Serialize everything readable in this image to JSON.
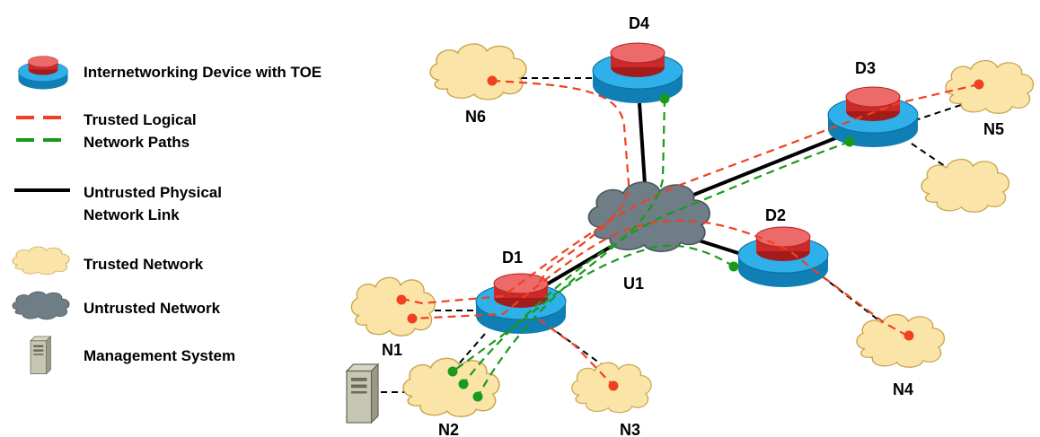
{
  "legend": {
    "device": "Internetworking Device with TOE",
    "trusted_paths_line1": "Trusted Logical",
    "trusted_paths_line2": "Network Paths",
    "untrusted_link_line1": "Untrusted Physical",
    "untrusted_link_line2": "Network Link",
    "trusted_network": "Trusted Network",
    "untrusted_network": "Untrusted Network",
    "management_system": "Management System"
  },
  "nodes": {
    "D1": "D1",
    "D2": "D2",
    "D3": "D3",
    "D4": "D4",
    "U1": "U1",
    "N1": "N1",
    "N2": "N2",
    "N3": "N3",
    "N4": "N4",
    "N5": "N5",
    "N6": "N6"
  },
  "colors": {
    "device_base": "#1a9ad6",
    "device_top": "#e03a3a",
    "trusted_path_red": "#f04020",
    "trusted_path_green": "#1a9a1a",
    "trusted_cloud": "#fbe4a8",
    "untrusted_cloud": "#6e7d86",
    "physical_link": "#000000"
  }
}
